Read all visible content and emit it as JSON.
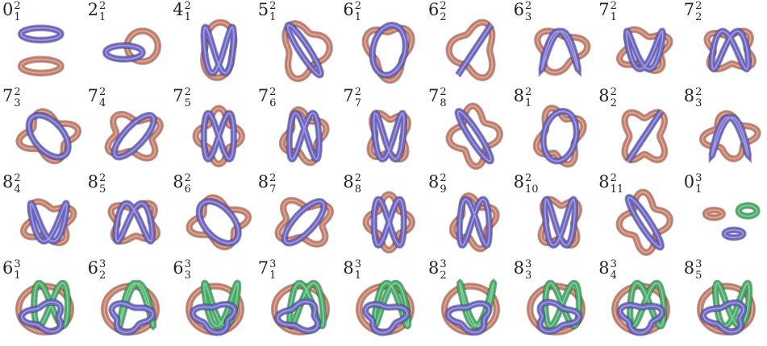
{
  "colors": {
    "component_1": "#c77a63",
    "component_2": "#6a63c6",
    "component_3": "#3fae64",
    "text": "#222222"
  },
  "links": [
    {
      "name": "0",
      "sup": "2",
      "sub": "1",
      "components": 2,
      "kind": "unlink"
    },
    {
      "name": "2",
      "sup": "2",
      "sub": "1",
      "components": 2,
      "kind": "hopf"
    },
    {
      "name": "4",
      "sup": "2",
      "sub": "1",
      "components": 2,
      "kind": "knot",
      "n": 4
    },
    {
      "name": "5",
      "sup": "2",
      "sub": "1",
      "components": 2,
      "kind": "knot",
      "n": 5
    },
    {
      "name": "6",
      "sup": "2",
      "sub": "1",
      "components": 2,
      "kind": "knot",
      "n": 6
    },
    {
      "name": "6",
      "sup": "2",
      "sub": "2",
      "components": 2,
      "kind": "knot",
      "n": 6
    },
    {
      "name": "6",
      "sup": "2",
      "sub": "3",
      "components": 2,
      "kind": "knot",
      "n": 6
    },
    {
      "name": "7",
      "sup": "2",
      "sub": "1",
      "components": 2,
      "kind": "knot",
      "n": 7
    },
    {
      "name": "7",
      "sup": "2",
      "sub": "2",
      "components": 2,
      "kind": "knot",
      "n": 7
    },
    {
      "name": "7",
      "sup": "2",
      "sub": "3",
      "components": 2,
      "kind": "knot",
      "n": 7
    },
    {
      "name": "7",
      "sup": "2",
      "sub": "4",
      "components": 2,
      "kind": "knot",
      "n": 7
    },
    {
      "name": "7",
      "sup": "2",
      "sub": "5",
      "components": 2,
      "kind": "knot",
      "n": 7
    },
    {
      "name": "7",
      "sup": "2",
      "sub": "6",
      "components": 2,
      "kind": "knot",
      "n": 7
    },
    {
      "name": "7",
      "sup": "2",
      "sub": "7",
      "components": 2,
      "kind": "knot",
      "n": 7
    },
    {
      "name": "7",
      "sup": "2",
      "sub": "8",
      "components": 2,
      "kind": "knot",
      "n": 7
    },
    {
      "name": "8",
      "sup": "2",
      "sub": "1",
      "components": 2,
      "kind": "knot",
      "n": 8
    },
    {
      "name": "8",
      "sup": "2",
      "sub": "2",
      "components": 2,
      "kind": "knot",
      "n": 8
    },
    {
      "name": "8",
      "sup": "2",
      "sub": "3",
      "components": 2,
      "kind": "knot",
      "n": 8
    },
    {
      "name": "8",
      "sup": "2",
      "sub": "4",
      "components": 2,
      "kind": "knot",
      "n": 8
    },
    {
      "name": "8",
      "sup": "2",
      "sub": "5",
      "components": 2,
      "kind": "knot",
      "n": 8
    },
    {
      "name": "8",
      "sup": "2",
      "sub": "6",
      "components": 2,
      "kind": "knot",
      "n": 8
    },
    {
      "name": "8",
      "sup": "2",
      "sub": "7",
      "components": 2,
      "kind": "knot",
      "n": 8
    },
    {
      "name": "8",
      "sup": "2",
      "sub": "8",
      "components": 2,
      "kind": "knot",
      "n": 8
    },
    {
      "name": "8",
      "sup": "2",
      "sub": "9",
      "components": 2,
      "kind": "knot",
      "n": 8
    },
    {
      "name": "8",
      "sup": "2",
      "sub": "10",
      "components": 2,
      "kind": "knot",
      "n": 8
    },
    {
      "name": "8",
      "sup": "2",
      "sub": "11",
      "components": 2,
      "kind": "knot",
      "n": 8
    },
    {
      "name": "0",
      "sup": "3",
      "sub": "1",
      "components": 3,
      "kind": "unlink3"
    },
    {
      "name": "6",
      "sup": "3",
      "sub": "1",
      "components": 3,
      "kind": "knot3",
      "n": 6
    },
    {
      "name": "6",
      "sup": "3",
      "sub": "2",
      "components": 3,
      "kind": "knot3",
      "n": 6
    },
    {
      "name": "6",
      "sup": "3",
      "sub": "3",
      "components": 3,
      "kind": "knot3",
      "n": 6
    },
    {
      "name": "7",
      "sup": "3",
      "sub": "1",
      "components": 3,
      "kind": "knot3",
      "n": 7
    },
    {
      "name": "8",
      "sup": "3",
      "sub": "1",
      "components": 3,
      "kind": "knot3",
      "n": 8
    },
    {
      "name": "8",
      "sup": "3",
      "sub": "2",
      "components": 3,
      "kind": "knot3",
      "n": 8
    },
    {
      "name": "8",
      "sup": "3",
      "sub": "3",
      "components": 3,
      "kind": "knot3",
      "n": 8
    },
    {
      "name": "8",
      "sup": "3",
      "sub": "4",
      "components": 3,
      "kind": "knot3",
      "n": 8
    },
    {
      "name": "8",
      "sup": "3",
      "sub": "5",
      "components": 3,
      "kind": "knot3",
      "n": 8
    }
  ]
}
